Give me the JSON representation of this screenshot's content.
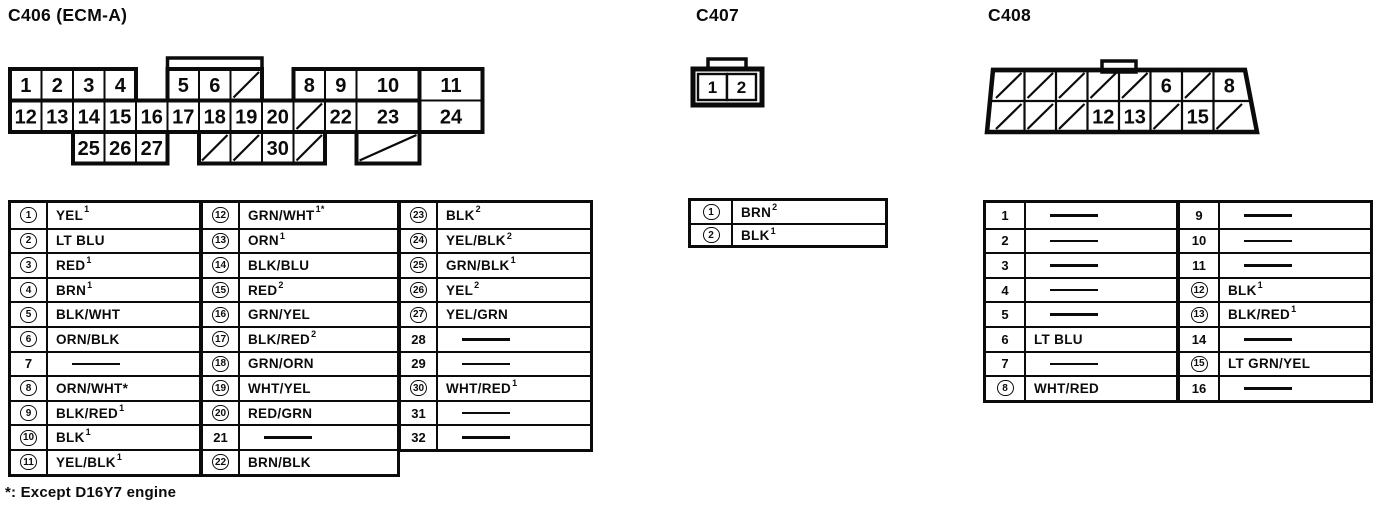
{
  "colors": {
    "ink": "#0b0b0b",
    "paper": "#ffffff"
  },
  "footnote": "*: Except D16Y7 engine",
  "connectors": {
    "c406": {
      "title": "C406 (ECM-A)",
      "diagram_cells": [
        {
          "u": 0,
          "r": 0,
          "s": 1,
          "t": "1"
        },
        {
          "u": 1,
          "r": 0,
          "s": 1,
          "t": "2"
        },
        {
          "u": 2,
          "r": 0,
          "s": 1,
          "t": "3"
        },
        {
          "u": 3,
          "r": 0,
          "s": 1,
          "t": "4"
        },
        {
          "u": 5,
          "r": 0,
          "s": 1,
          "t": "5"
        },
        {
          "u": 6,
          "r": 0,
          "s": 1,
          "t": "6"
        },
        {
          "u": 7,
          "r": 0,
          "s": 1,
          "t": "/"
        },
        {
          "u": 9,
          "r": 0,
          "s": 1,
          "t": "8"
        },
        {
          "u": 10,
          "r": 0,
          "s": 1,
          "t": "9"
        },
        {
          "u": 11,
          "r": 0,
          "s": 2,
          "t": "10"
        },
        {
          "u": 13,
          "r": 0,
          "s": 2,
          "t": "11"
        },
        {
          "u": 0,
          "r": 1,
          "s": 1,
          "t": "12"
        },
        {
          "u": 1,
          "r": 1,
          "s": 1,
          "t": "13"
        },
        {
          "u": 2,
          "r": 1,
          "s": 1,
          "t": "14"
        },
        {
          "u": 3,
          "r": 1,
          "s": 1,
          "t": "15"
        },
        {
          "u": 4,
          "r": 1,
          "s": 1,
          "t": "16"
        },
        {
          "u": 5,
          "r": 1,
          "s": 1,
          "t": "17"
        },
        {
          "u": 6,
          "r": 1,
          "s": 1,
          "t": "18"
        },
        {
          "u": 7,
          "r": 1,
          "s": 1,
          "t": "19"
        },
        {
          "u": 8,
          "r": 1,
          "s": 1,
          "t": "20"
        },
        {
          "u": 9,
          "r": 1,
          "s": 1,
          "t": "/"
        },
        {
          "u": 10,
          "r": 1,
          "s": 1,
          "t": "22"
        },
        {
          "u": 11,
          "r": 1,
          "s": 2,
          "t": "23"
        },
        {
          "u": 13,
          "r": 1,
          "s": 2,
          "t": "24"
        },
        {
          "u": 2,
          "r": 2,
          "s": 1,
          "t": "25"
        },
        {
          "u": 3,
          "r": 2,
          "s": 1,
          "t": "26"
        },
        {
          "u": 4,
          "r": 2,
          "s": 1,
          "t": "27"
        },
        {
          "u": 6,
          "r": 2,
          "s": 1,
          "t": "/"
        },
        {
          "u": 7,
          "r": 2,
          "s": 1,
          "t": "/"
        },
        {
          "u": 8,
          "r": 2,
          "s": 1,
          "t": "30"
        },
        {
          "u": 9,
          "r": 2,
          "s": 1,
          "t": "/"
        },
        {
          "u": 11,
          "r": 2,
          "s": 2,
          "t": "/"
        }
      ],
      "table": {
        "groups": [
          [
            {
              "pin": "1",
              "circled": true,
              "color": "YEL",
              "sup": "1"
            },
            {
              "pin": "2",
              "circled": true,
              "color": "LT BLU",
              "sup": ""
            },
            {
              "pin": "3",
              "circled": true,
              "color": "RED",
              "sup": "1"
            },
            {
              "pin": "4",
              "circled": true,
              "color": "BRN",
              "sup": "1"
            },
            {
              "pin": "5",
              "circled": true,
              "color": "BLK/WHT",
              "sup": ""
            },
            {
              "pin": "6",
              "circled": true,
              "color": "ORN/BLK",
              "sup": ""
            },
            {
              "pin": "7",
              "circled": false,
              "color": null,
              "sup": ""
            },
            {
              "pin": "8",
              "circled": true,
              "color": "ORN/WHT*",
              "sup": ""
            },
            {
              "pin": "9",
              "circled": true,
              "color": "BLK/RED",
              "sup": "1"
            },
            {
              "pin": "10",
              "circled": true,
              "color": "BLK",
              "sup": "1"
            },
            {
              "pin": "11",
              "circled": true,
              "color": "YEL/BLK",
              "sup": "1"
            }
          ],
          [
            {
              "pin": "12",
              "circled": true,
              "color": "GRN/WHT",
              "sup": "1*"
            },
            {
              "pin": "13",
              "circled": true,
              "color": "ORN",
              "sup": "1"
            },
            {
              "pin": "14",
              "circled": true,
              "color": "BLK/BLU",
              "sup": ""
            },
            {
              "pin": "15",
              "circled": true,
              "color": "RED",
              "sup": "2"
            },
            {
              "pin": "16",
              "circled": true,
              "color": "GRN/YEL",
              "sup": ""
            },
            {
              "pin": "17",
              "circled": true,
              "color": "BLK/RED",
              "sup": "2"
            },
            {
              "pin": "18",
              "circled": true,
              "color": "GRN/ORN",
              "sup": ""
            },
            {
              "pin": "19",
              "circled": true,
              "color": "WHT/YEL",
              "sup": ""
            },
            {
              "pin": "20",
              "circled": true,
              "color": "RED/GRN",
              "sup": ""
            },
            {
              "pin": "21",
              "circled": false,
              "color": null,
              "sup": ""
            },
            {
              "pin": "22",
              "circled": true,
              "color": "BRN/BLK",
              "sup": ""
            }
          ],
          [
            {
              "pin": "23",
              "circled": true,
              "color": "BLK",
              "sup": "2"
            },
            {
              "pin": "24",
              "circled": true,
              "color": "YEL/BLK",
              "sup": "2"
            },
            {
              "pin": "25",
              "circled": true,
              "color": "GRN/BLK",
              "sup": "1"
            },
            {
              "pin": "26",
              "circled": true,
              "color": "YEL",
              "sup": "2"
            },
            {
              "pin": "27",
              "circled": true,
              "color": "YEL/GRN",
              "sup": ""
            },
            {
              "pin": "28",
              "circled": false,
              "color": null,
              "sup": ""
            },
            {
              "pin": "29",
              "circled": false,
              "color": null,
              "sup": ""
            },
            {
              "pin": "30",
              "circled": true,
              "color": "WHT/RED",
              "sup": "1"
            },
            {
              "pin": "31",
              "circled": false,
              "color": null,
              "sup": ""
            },
            {
              "pin": "32",
              "circled": false,
              "color": null,
              "sup": ""
            }
          ]
        ]
      }
    },
    "c407": {
      "title": "C407",
      "diagram_cells": [
        {
          "t": "1"
        },
        {
          "t": "2"
        }
      ],
      "table": {
        "groups": [
          [
            {
              "pin": "1",
              "circled": true,
              "color": "BRN",
              "sup": "2"
            },
            {
              "pin": "2",
              "circled": true,
              "color": "BLK",
              "sup": "1"
            }
          ]
        ]
      }
    },
    "c408": {
      "title": "C408",
      "diagram_rows": [
        [
          "/",
          "/",
          "/",
          "/",
          "/",
          "6",
          "/",
          "8"
        ],
        [
          "/",
          "/",
          "/",
          "12",
          "13",
          "/",
          "15",
          "/"
        ]
      ],
      "table": {
        "groups": [
          [
            {
              "pin": "1",
              "circled": false,
              "color": null,
              "sup": ""
            },
            {
              "pin": "2",
              "circled": false,
              "color": null,
              "sup": ""
            },
            {
              "pin": "3",
              "circled": false,
              "color": null,
              "sup": ""
            },
            {
              "pin": "4",
              "circled": false,
              "color": null,
              "sup": ""
            },
            {
              "pin": "5",
              "circled": false,
              "color": null,
              "sup": ""
            },
            {
              "pin": "6",
              "circled": false,
              "color": "LT BLU",
              "sup": ""
            },
            {
              "pin": "7",
              "circled": false,
              "color": null,
              "sup": ""
            },
            {
              "pin": "8",
              "circled": true,
              "color": "WHT/RED",
              "sup": ""
            }
          ],
          [
            {
              "pin": "9",
              "circled": false,
              "color": null,
              "sup": ""
            },
            {
              "pin": "10",
              "circled": false,
              "color": null,
              "sup": ""
            },
            {
              "pin": "11",
              "circled": false,
              "color": null,
              "sup": ""
            },
            {
              "pin": "12",
              "circled": true,
              "color": "BLK",
              "sup": "1"
            },
            {
              "pin": "13",
              "circled": true,
              "color": "BLK/RED",
              "sup": "1"
            },
            {
              "pin": "14",
              "circled": false,
              "color": null,
              "sup": ""
            },
            {
              "pin": "15",
              "circled": true,
              "color": "LT GRN/YEL",
              "sup": ""
            },
            {
              "pin": "16",
              "circled": false,
              "color": null,
              "sup": ""
            }
          ]
        ]
      }
    }
  }
}
